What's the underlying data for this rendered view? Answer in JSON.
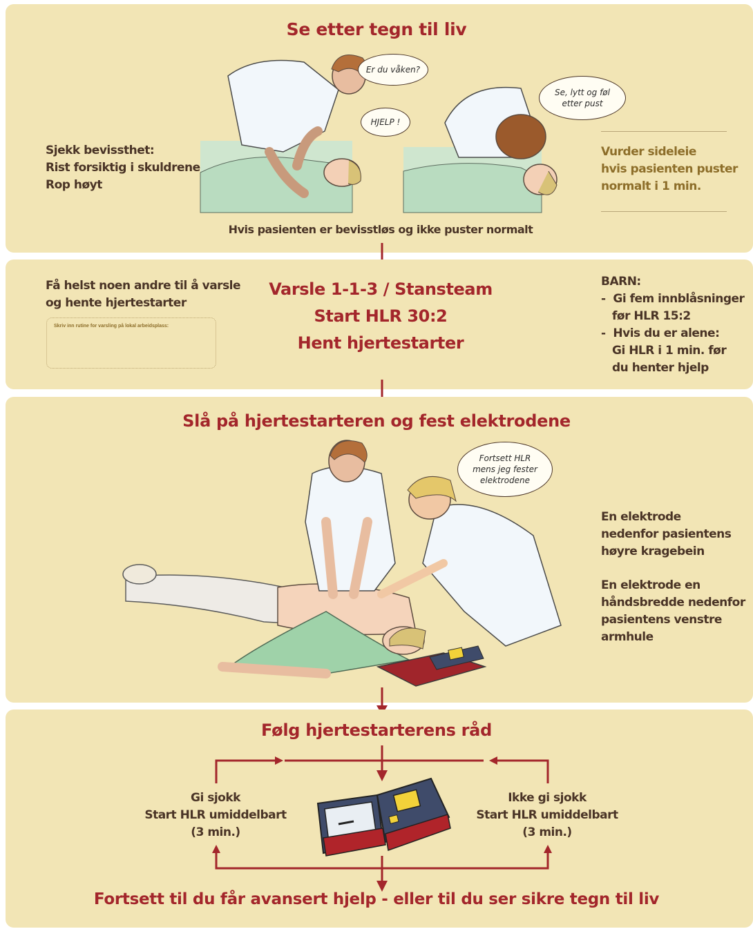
{
  "colors": {
    "panel": "#f2e5b5",
    "title": "#a3262b",
    "text": "#4a3426",
    "gold": "#8d6e2a",
    "arrow": "#a3262b"
  },
  "step1": {
    "title": "Se etter tegn til liv",
    "left_text": [
      "Sjekk bevissthet:",
      "Rist forsiktig i skuldrene",
      "Rop høyt"
    ],
    "right_text": [
      "Vurder sideleie",
      "hvis pasienten puster",
      "normalt i 1 min."
    ],
    "bubble_awake": "Er du våken?",
    "bubble_help": "HJELP !",
    "bubble_breath": [
      "Se, lytt og føl",
      "etter pust"
    ],
    "footer": "Hvis pasienten er bevisstløs og ikke puster normalt"
  },
  "step2": {
    "left_text": [
      "Få helst noen andre til å varsle",
      "og hente hjertestarter"
    ],
    "note_label": "Skriv inn rutine for varsling på lokal arbeidsplass:",
    "center_lines": [
      "Varsle 1-1-3 / Stansteam",
      "Start HLR 30:2",
      "Hent hjertestarter"
    ],
    "child_title": "BARN:",
    "child_lines": [
      "Gi fem innblåsninger",
      "før HLR 15:2",
      "Hvis du er alene:",
      "Gi HLR i 1 min. før",
      "du henter hjelp"
    ]
  },
  "step3": {
    "title": "Slå på hjertestarteren og fest elektrodene",
    "bubble": [
      "Fortsett HLR",
      "mens jeg fester",
      "elektrodene"
    ],
    "right_text_1": [
      "En elektrode",
      "nedenfor pasientens",
      "høyre kragebein"
    ],
    "right_text_2": [
      "En elektrode en",
      "håndsbredde nedenfor",
      "pasientens venstre",
      "armhule"
    ]
  },
  "step4": {
    "title": "Følg hjertestarterens råd",
    "left": [
      "Gi sjokk",
      "Start HLR umiddelbart",
      "(3 min.)"
    ],
    "right": [
      "Ikke gi sjokk",
      "Start HLR umiddelbart",
      "(3 min.)"
    ],
    "footer": "Fortsett til du får avansert hjelp - eller til du ser sikre tegn til liv"
  }
}
